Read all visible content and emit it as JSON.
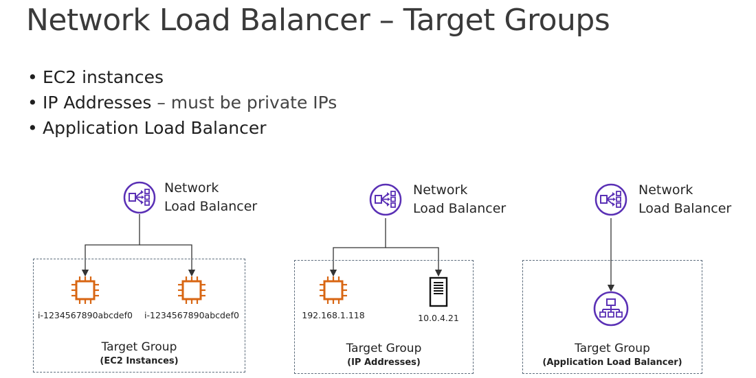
{
  "title": "Network Load Balancer – Target Groups",
  "bullets": [
    {
      "main": "EC2 instances",
      "sub": ""
    },
    {
      "main": "IP Addresses",
      "sub": " – must be private IPs"
    },
    {
      "main": "Application Load Balancer",
      "sub": ""
    }
  ],
  "nlb_label_line1": "Network",
  "nlb_label_line2": "Load Balancer",
  "groups": [
    {
      "name": "Target Group",
      "kind": "(EC2 Instances)",
      "targets": [
        {
          "icon": "ec2-chip-icon",
          "label": "i-1234567890abcdef0"
        },
        {
          "icon": "ec2-chip-icon",
          "label": "i-1234567890abcdef0"
        }
      ]
    },
    {
      "name": "Target Group",
      "kind": "(IP Addresses)",
      "targets": [
        {
          "icon": "ec2-chip-icon",
          "label": "192.168.1.118"
        },
        {
          "icon": "server-icon",
          "label": "10.0.4.21"
        }
      ]
    },
    {
      "name": "Target Group",
      "kind": "(Application Load Balancer)",
      "targets": [
        {
          "icon": "alb-icon",
          "label": ""
        }
      ]
    }
  ],
  "colors": {
    "nlb": "#5a30b5",
    "ec2": "#d86613",
    "server": "#111111",
    "line": "#333333",
    "box": "#5a6a7a"
  }
}
